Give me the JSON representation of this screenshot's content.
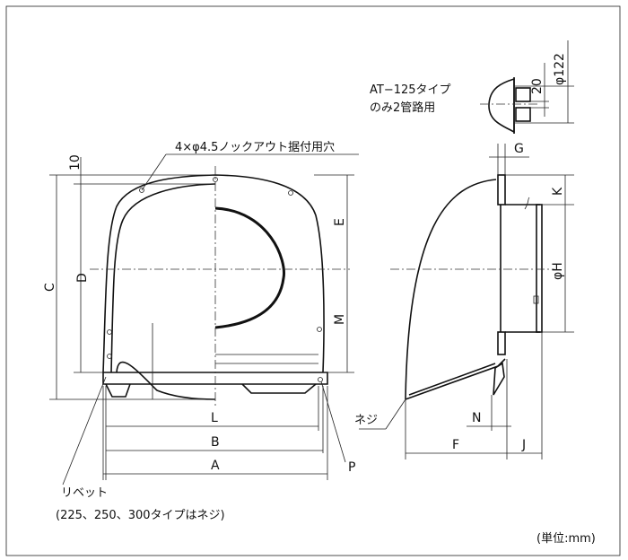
{
  "title": "Dimension drawing",
  "front_view": {
    "knockout_note": "4×φ4.5ノックアウト据付用穴",
    "dim_10": "10",
    "dim_C": "C",
    "dim_D": "D",
    "dim_E": "E",
    "dim_M": "M",
    "dim_L": "L",
    "dim_B": "B",
    "dim_A": "A",
    "dim_P": "P",
    "rivet_note": "リベット",
    "rivet_sub_note": "(225、250、300タイプはネジ)"
  },
  "side_view": {
    "dim_G": "G",
    "dim_K": "K",
    "dim_H": "φH",
    "dim_N": "N",
    "dim_F": "F",
    "dim_J": "J",
    "screw_note": "ネジ"
  },
  "detail_view": {
    "note_line1": "AT−125タイプ",
    "note_line2": "のみ2管路用",
    "dim_20": "20",
    "dim_122": "φ122"
  },
  "unit_note": "(単位:mm)"
}
